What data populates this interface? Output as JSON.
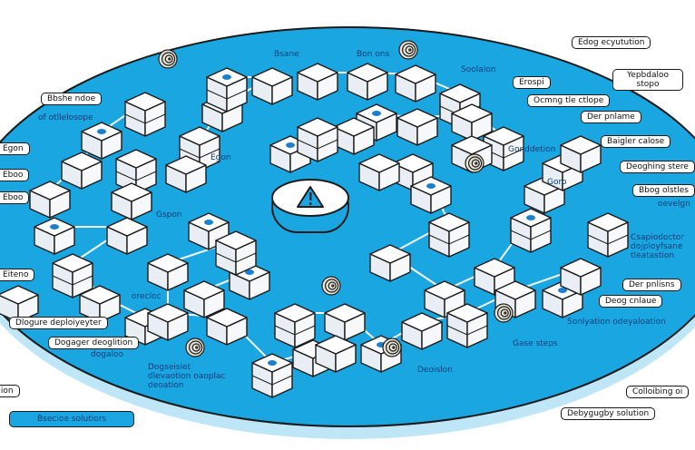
{
  "colors": {
    "disc": "#1aa6e0",
    "rim": "#bfe6f7",
    "outline": "#1a1a1a",
    "cube": "#ffffff",
    "accent": "#1b7fd0",
    "warning": "#1aa6e0"
  },
  "center": {
    "icon": "warning-triangle-icon"
  },
  "callouts": [
    "Bbshe ndoe",
    "Egon",
    "Eboo",
    "Eboo",
    "Erospi",
    "Ocmng tle ctlope",
    "Der pnlame",
    "Baigler calose",
    "Deoghing stere",
    "Bbog olstles",
    "Eiteno",
    "Der pnlisns",
    "Deog cnlaue",
    "Dlogure deploiyeyter",
    "Dogager deoglition",
    "Edog ecyutution",
    "Yepbdaloo stopo",
    "Sulion",
    "Bsecioe solutiors",
    "Colloibing oi",
    "Debygugby solution"
  ],
  "notes": [
    "Bsane",
    "Bon ons",
    "Soolaion",
    "of otllelosope",
    "Egon",
    "Gspon",
    "Gonddetion",
    "Goro",
    "oevelgn",
    "Csapiodoctor dojployfsane tleatastion",
    "Sonlyation odeyaloation",
    "Gase steps",
    "Deoislon",
    "orecloc",
    "dogaloo",
    "Dogseisiet dlevaotion oaoplac deoation"
  ]
}
